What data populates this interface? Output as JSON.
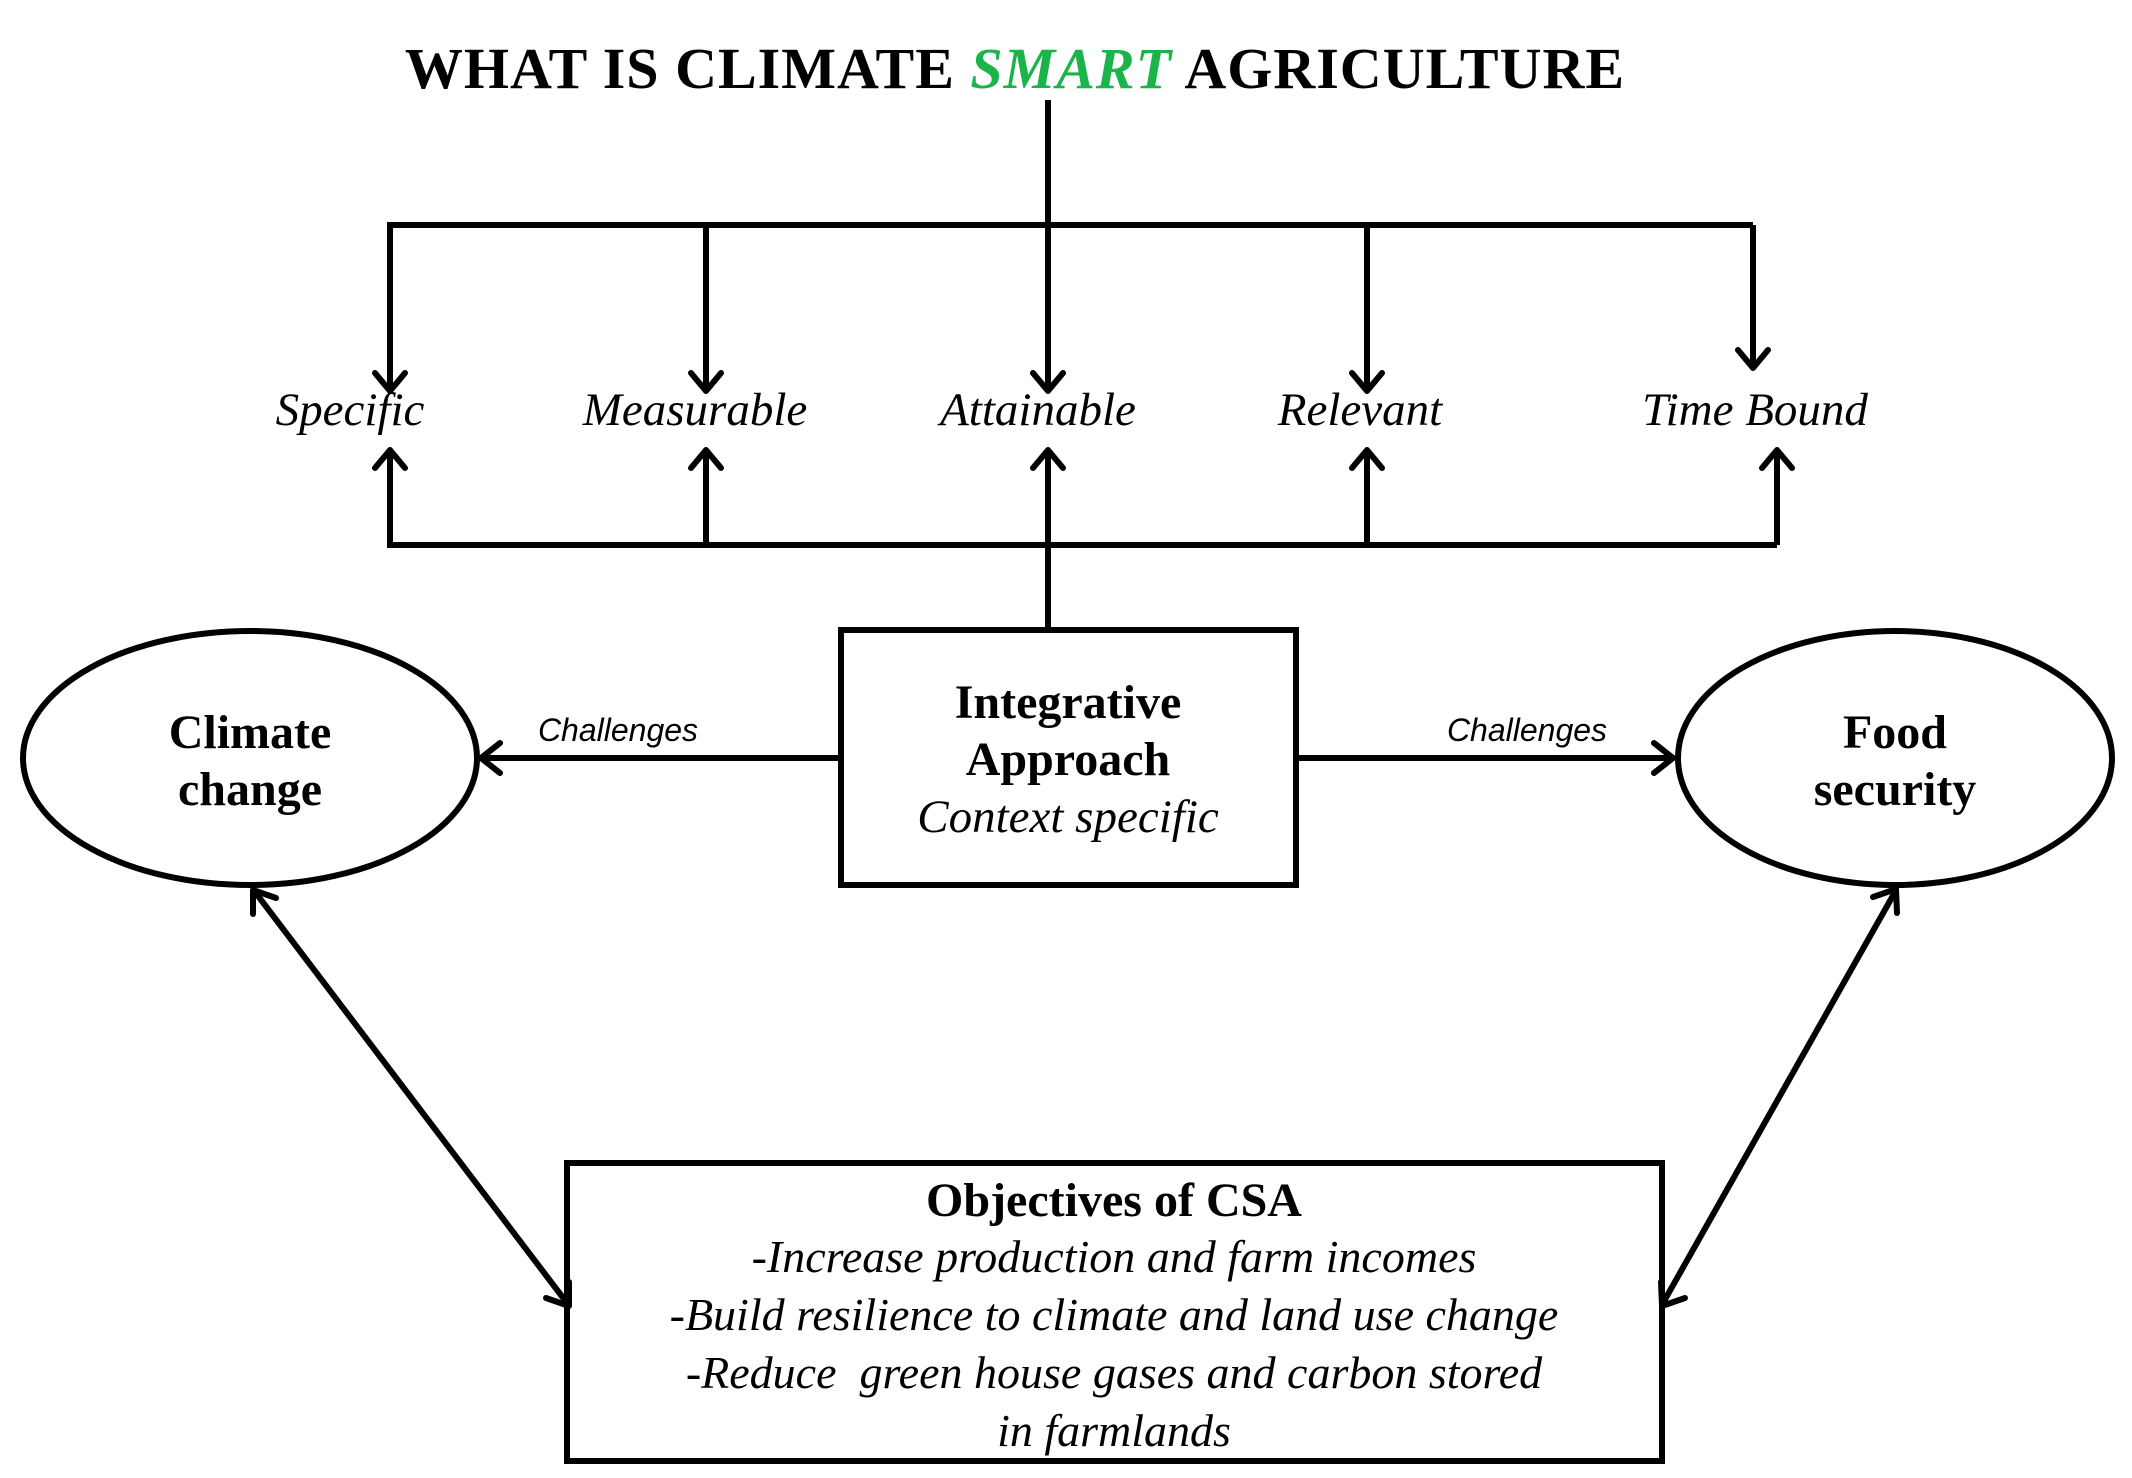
{
  "title": {
    "before": "WHAT IS CLIMATE ",
    "highlight": "SMART",
    "after": " AGRICULTURE",
    "highlight_color": "#1bb44a",
    "text_color": "#000000"
  },
  "criteria": [
    "Specific",
    "Measurable",
    "Attainable",
    "Relevant",
    "Time Bound"
  ],
  "center_box": {
    "line1": "Integrative",
    "line2": "Approach",
    "line3": "Context specific"
  },
  "left_node": {
    "line1": "Climate",
    "line2": "change"
  },
  "right_node": {
    "line1": "Food",
    "line2": "security"
  },
  "edge_labels": {
    "left": "Challenges",
    "right": "Challenges"
  },
  "objectives": {
    "title": "Objectives of CSA",
    "lines": [
      "-Increase production and farm incomes",
      "-Build resilience to climate and land use change",
      "-Reduce  green house gases and carbon stored",
      "in farmlands"
    ]
  }
}
